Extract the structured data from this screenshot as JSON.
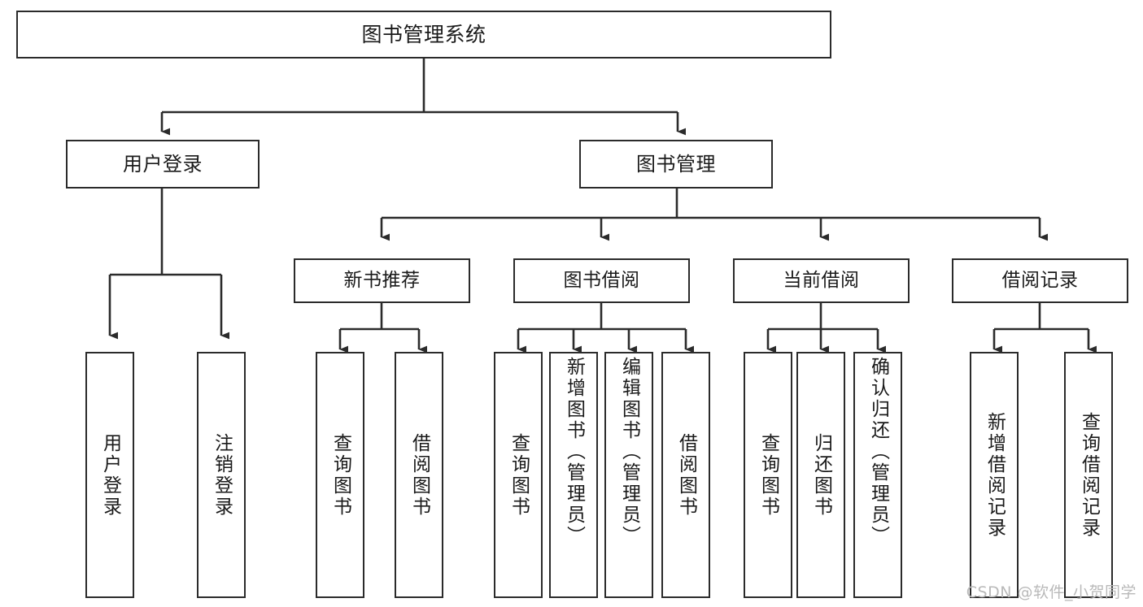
{
  "diagram": {
    "type": "tree-hierarchy",
    "title": "图书管理系统",
    "watermark": "CSDN @软件_小贺同学",
    "colors": {
      "background": "#ffffff",
      "node_border": "#2b2b2b",
      "node_fill": "#ffffff",
      "edge": "#2b2b2b",
      "text": "#1a1a1a",
      "watermark": "#b9b9b9"
    },
    "root": {
      "id": "root",
      "label": "图书管理系统"
    },
    "level1": [
      {
        "id": "user-login",
        "label": "用户登录"
      },
      {
        "id": "book-management",
        "label": "图书管理"
      }
    ],
    "level2": [
      {
        "id": "new-book-recommend",
        "label": "新书推荐",
        "parent": "book-management"
      },
      {
        "id": "book-borrow",
        "label": "图书借阅",
        "parent": "book-management"
      },
      {
        "id": "current-borrow",
        "label": "当前借阅",
        "parent": "book-management"
      },
      {
        "id": "borrow-record",
        "label": "借阅记录",
        "parent": "book-management"
      }
    ],
    "leaves": [
      {
        "id": "leaf-user-login",
        "label": "用户登录",
        "parent": "user-login"
      },
      {
        "id": "leaf-user-logout",
        "label": "注销登录",
        "parent": "user-login"
      },
      {
        "id": "leaf-query-book-1",
        "label": "查询图书",
        "parent": "new-book-recommend"
      },
      {
        "id": "leaf-borrow-book-1",
        "label": "借阅图书",
        "parent": "new-book-recommend"
      },
      {
        "id": "leaf-query-book-2",
        "label": "查询图书",
        "parent": "book-borrow"
      },
      {
        "id": "leaf-add-book",
        "label": "新增图书（管理员）",
        "parent": "book-borrow"
      },
      {
        "id": "leaf-edit-book",
        "label": "编辑图书（管理员）",
        "parent": "book-borrow"
      },
      {
        "id": "leaf-borrow-book-2",
        "label": "借阅图书",
        "parent": "book-borrow"
      },
      {
        "id": "leaf-query-book-3",
        "label": "查询图书",
        "parent": "current-borrow"
      },
      {
        "id": "leaf-return-book",
        "label": "归还图书",
        "parent": "current-borrow"
      },
      {
        "id": "leaf-confirm-return",
        "label": "确认归还（管理员）",
        "parent": "current-borrow"
      },
      {
        "id": "leaf-add-record",
        "label": "新增借阅记录",
        "parent": "borrow-record"
      },
      {
        "id": "leaf-query-record",
        "label": "查询借阅记录",
        "parent": "borrow-record"
      }
    ]
  }
}
